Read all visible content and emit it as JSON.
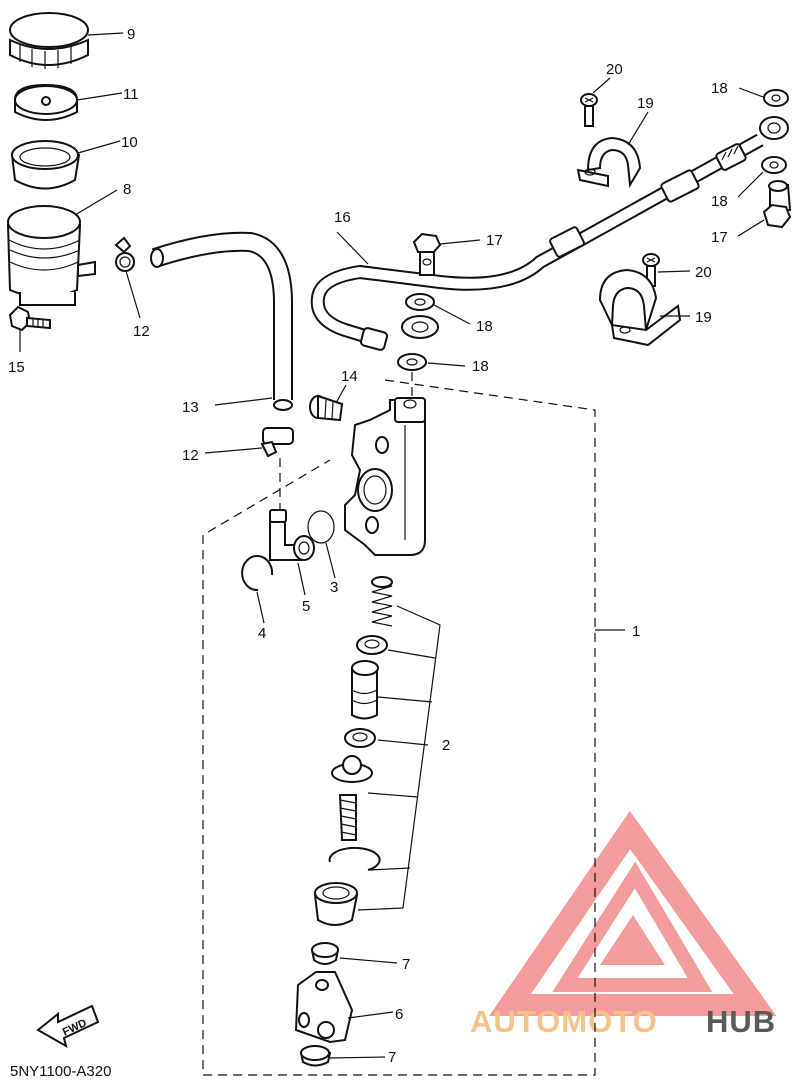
{
  "diagram_code": "5NY1100-A320",
  "fwd_label": "FWD",
  "watermark": {
    "part1": "AUTOMOTO",
    "part2": "HUB",
    "color1": "#f5c28a",
    "color2": "#5a5a5a",
    "logo_color": "#f07b7b"
  },
  "callouts": {
    "c1": "1",
    "c2": "2",
    "c3": "3",
    "c4": "4",
    "c5": "5",
    "c6": "6",
    "c7a": "7",
    "c7b": "7",
    "c8": "8",
    "c9": "9",
    "c10": "10",
    "c11": "11",
    "c12a": "12",
    "c12b": "12",
    "c13": "13",
    "c14": "14",
    "c15": "15",
    "c16": "16",
    "c17a": "17",
    "c17b": "17",
    "c18a": "18",
    "c18b": "18",
    "c18c": "18",
    "c18d": "18",
    "c19a": "19",
    "c19b": "19",
    "c20a": "20",
    "c20b": "20"
  }
}
